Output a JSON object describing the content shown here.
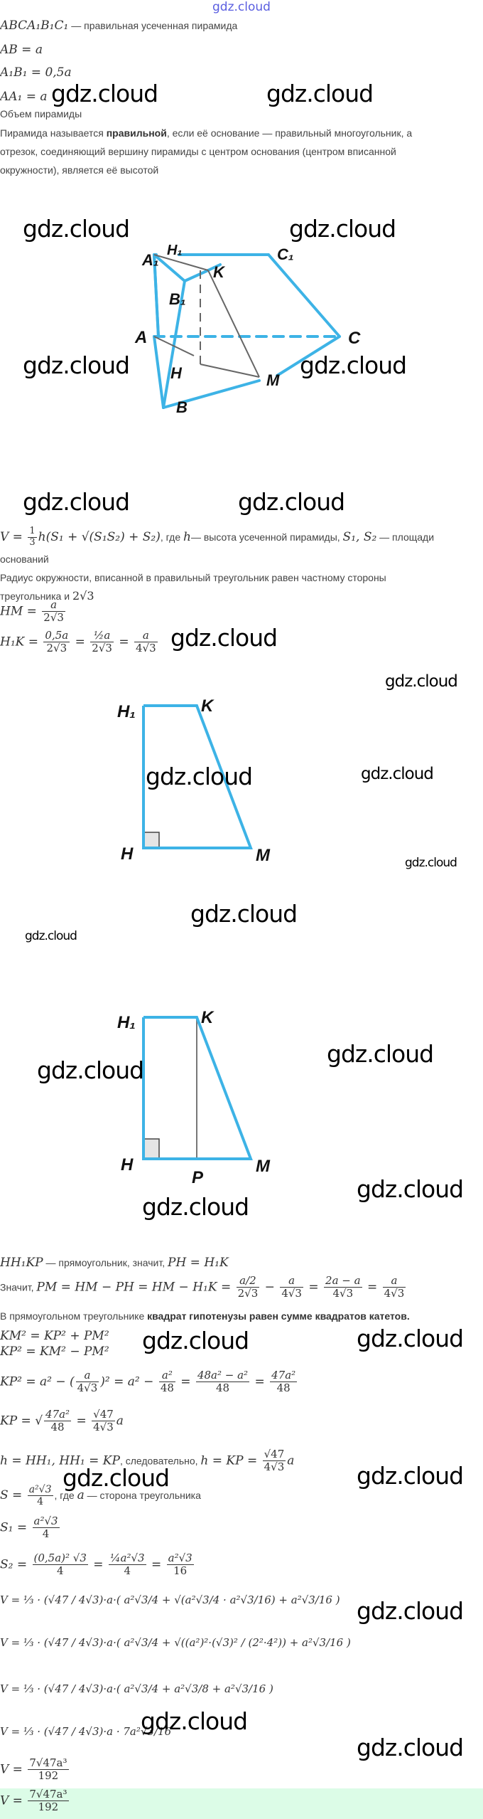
{
  "site_logo": "gdz.cloud",
  "watermark": "gdz.cloud",
  "given": {
    "line1_math": "ABCA₁B₁C₁",
    "line1_text": " — правильная усеченная пирамида",
    "line2": "AB = a",
    "line3": "A₁B₁ = 0,5a",
    "line4": "AA₁ = a"
  },
  "find_label": "Объем пирамиды",
  "definition": {
    "p1_start": "Пирамида называется ",
    "p1_bold": "правильной",
    "p1_end": ", если её основание — правильный многоугольник, а",
    "p2": "отрезок, соединяющий вершину пирамиды с центром основания (центром вписанной",
    "p3": "окружности), является её высотой"
  },
  "figure1": {
    "labels": {
      "A": "A",
      "B": "B",
      "C": "C",
      "A1": "A₁",
      "B1": "B₁",
      "C1": "C₁",
      "H": "H",
      "H1": "H₁",
      "K": "K",
      "M": "M"
    },
    "accent_color": "#3db3e6",
    "aux_color": "#666666"
  },
  "formula": {
    "volume_lhs": "V = ",
    "volume_frac_num": "1",
    "volume_frac_den": "3",
    "volume_rest": "h(S₁ + √(S₁S₂) + S₂)",
    "where_text": ", где ",
    "h_var": "h",
    "h_desc": "— высота усеченной пирамиды, ",
    "s_vars": "S₁, S₂",
    "s_desc": " — площади",
    "s_desc2": "оснований"
  },
  "radius_text": {
    "line1": "Радиус окружности, вписанной в правильный треугольник равен частному стороны",
    "line2": "треугольника и ",
    "line2_math": "2√3"
  },
  "hm": {
    "lhs": "HM = ",
    "num": "a",
    "den": "2√3"
  },
  "h1k": {
    "lhs": "H₁K = ",
    "f1_num": "0,5a",
    "f1_den": "2√3",
    "f2_num": "½a",
    "f2_den": "2√3",
    "f3_num": "a",
    "f3_den": "4√3"
  },
  "figure2": {
    "labels": {
      "H1": "H₁",
      "K": "K",
      "H": "H",
      "M": "M"
    }
  },
  "figure3": {
    "labels": {
      "H1": "H₁",
      "K": "K",
      "H": "H",
      "M": "M",
      "P": "P"
    }
  },
  "rect_text": {
    "math": "HH₁KP",
    "text": " — прямоугольник, значит, ",
    "math2": "PH = H₁K"
  },
  "pm": {
    "prefix": "Значит, ",
    "lhs": "PM = HM − PH = HM − H₁K = ",
    "f1_num": "a/2",
    "f1_den": "2√3",
    "f2_num": "a",
    "f2_den": "4√3",
    "f3_num": "2a − a",
    "f3_den": "4√3",
    "f4_num": "a",
    "f4_den": "4√3"
  },
  "pythagoras": {
    "start": "В прямоугольном треугольнике ",
    "bold": "квадрат гипотенузы равен сумме квадратов катетов."
  },
  "km_lines": [
    "KM² = KP² + PM²",
    "KP² = KM² − PM²"
  ],
  "kp2": {
    "lhs": "KP² = a² − (",
    "f1_num": "a",
    "f1_den": "4√3",
    "mid": ")² = a² − ",
    "f2_num": "a²",
    "f2_den": "48",
    "f3_num": "48a² − a²",
    "f3_den": "48",
    "f4_num": "47a²",
    "f4_den": "48"
  },
  "kp": {
    "lhs": "KP = √",
    "f1_num": "47a²",
    "f1_den": "48",
    "f2_num": "√47",
    "f2_den": "4√3",
    "tail": "a"
  },
  "h_line": {
    "math1": "h = HH₁,  HH₁ = KP",
    "text": ", следовательно, ",
    "math2": "h = KP = ",
    "f_num": "√47",
    "f_den": "4√3",
    "tail": "a"
  },
  "s_line": {
    "lhs": "S = ",
    "f_num": "a²√3",
    "f_den": "4",
    "text": ", где ",
    "var": "a",
    "desc": " — сторона треугольника"
  },
  "s1": {
    "lhs": "S₁ = ",
    "f_num": "a²√3",
    "f_den": "4"
  },
  "s2": {
    "lhs": "S₂ = ",
    "f1_num": "(0,5a)² √3",
    "f1_den": "4",
    "f2_num": "¼a²√3",
    "f2_den": "4",
    "f3_num": "a²√3",
    "f3_den": "16"
  },
  "v_steps": [
    "V = ⅓ · (√47 / 4√3)·a·( a²√3/4 + √(a²√3/4 · a²√3/16) + a²√3/16 )",
    "V = ⅓ · (√47 / 4√3)·a·( a²√3/4 + √((a²)²·(√3)² / (2²·4²)) + a²√3/16 )",
    "V = ⅓ · (√47 / 4√3)·a·( a²√3/4 + a²√3/8 + a²√3/16 )",
    "V = ⅓ · (√47 / 4√3)·a · 7a²√3/16"
  ],
  "result": {
    "lhs": "V = ",
    "num": "7√47a³",
    "den": "192"
  },
  "answer": {
    "lhs": "V = ",
    "num": "7√47a³",
    "den": "192",
    "bg": "#dcfce7"
  }
}
